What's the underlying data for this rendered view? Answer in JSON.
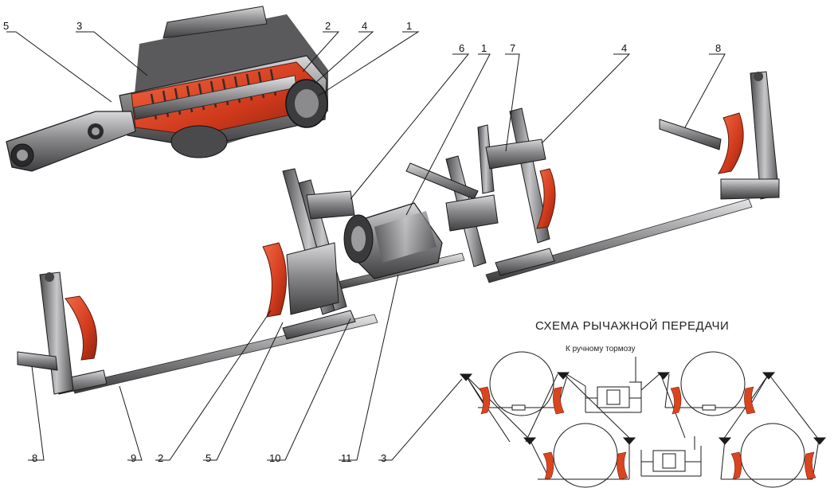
{
  "callouts": {
    "top_5": "5",
    "top_3": "3",
    "top_2": "2",
    "top_4a": "4",
    "top_1a": "1",
    "top_6": "6",
    "top_1b": "1",
    "top_7": "7",
    "top_4b": "4",
    "top_8": "8",
    "bottom_8": "8",
    "bottom_9": "9",
    "bottom_2": "2",
    "bottom_5": "5",
    "bottom_10": "10",
    "bottom_11": "11",
    "bottom_3": "3"
  },
  "schema": {
    "title": "СХЕМА РЫЧАЖНОЙ ПЕРЕДАЧИ",
    "hand_brake_note": "К ручному тормозу"
  },
  "colors": {
    "metal": "#7d7d7f",
    "metal_dark": "#3b3b3d",
    "metal_light": "#c9c9cb",
    "brake_shoe": "#d7401f",
    "cutaway_red": "#c5391d",
    "line": "#1a1a1a"
  }
}
